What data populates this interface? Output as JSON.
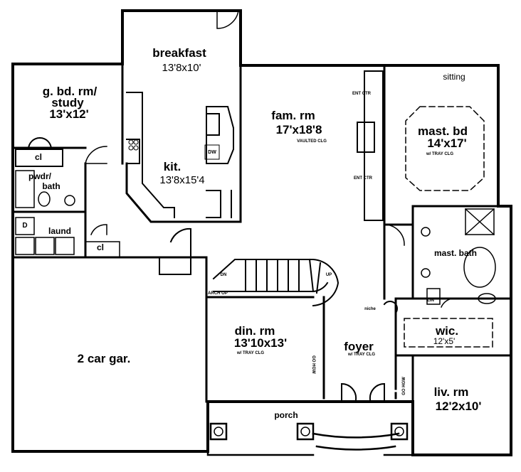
{
  "plan": {
    "rooms": {
      "breakfast": {
        "name": "breakfast",
        "size": "13'8x10'"
      },
      "guest": {
        "name": "g. bd. rm/",
        "name2": "study",
        "size": "13'x12'"
      },
      "family": {
        "name": "fam. rm",
        "size": "17'x18'8",
        "note": "VAULTED CLG"
      },
      "master_bed": {
        "name": "mast. bd",
        "size": "14'x17'",
        "note": "w/ TRAY CLG"
      },
      "sitting": {
        "name": "sitting"
      },
      "kitchen": {
        "name": "kit.",
        "size": "13'8x15'4"
      },
      "powder": {
        "name": "pwdr/",
        "name2": "bath"
      },
      "laundry": {
        "name": "laund"
      },
      "master_bath": {
        "name": "mast. bath"
      },
      "dining": {
        "name": "din. rm",
        "size": "13'10x13'",
        "note": "w/ TRAY CLG"
      },
      "foyer": {
        "name": "foyer",
        "note": "w/ TRAY CLG"
      },
      "wic": {
        "name": "wic.",
        "size": "12'x5'"
      },
      "garage": {
        "name": "2 car gar."
      },
      "living": {
        "name": "liv. rm",
        "size": "12'2x10'"
      },
      "porch": {
        "name": "porch"
      }
    },
    "small": {
      "closet_guest": "cl",
      "closet_laundry": "cl",
      "dishwasher": "DW",
      "dryer": "D",
      "ent_ctr_top": "ENT CTR",
      "ent_ctr_bottom": "ENT CTR",
      "stair_dn": "DN",
      "stair_up": "UP",
      "niche": "niche",
      "lin": "LIN",
      "arch_op": "ARCH OP",
      "col_left": "GO HGW",
      "col_right": "GO HGW"
    },
    "colors": {
      "line": "#000000",
      "background": "#ffffff"
    }
  }
}
